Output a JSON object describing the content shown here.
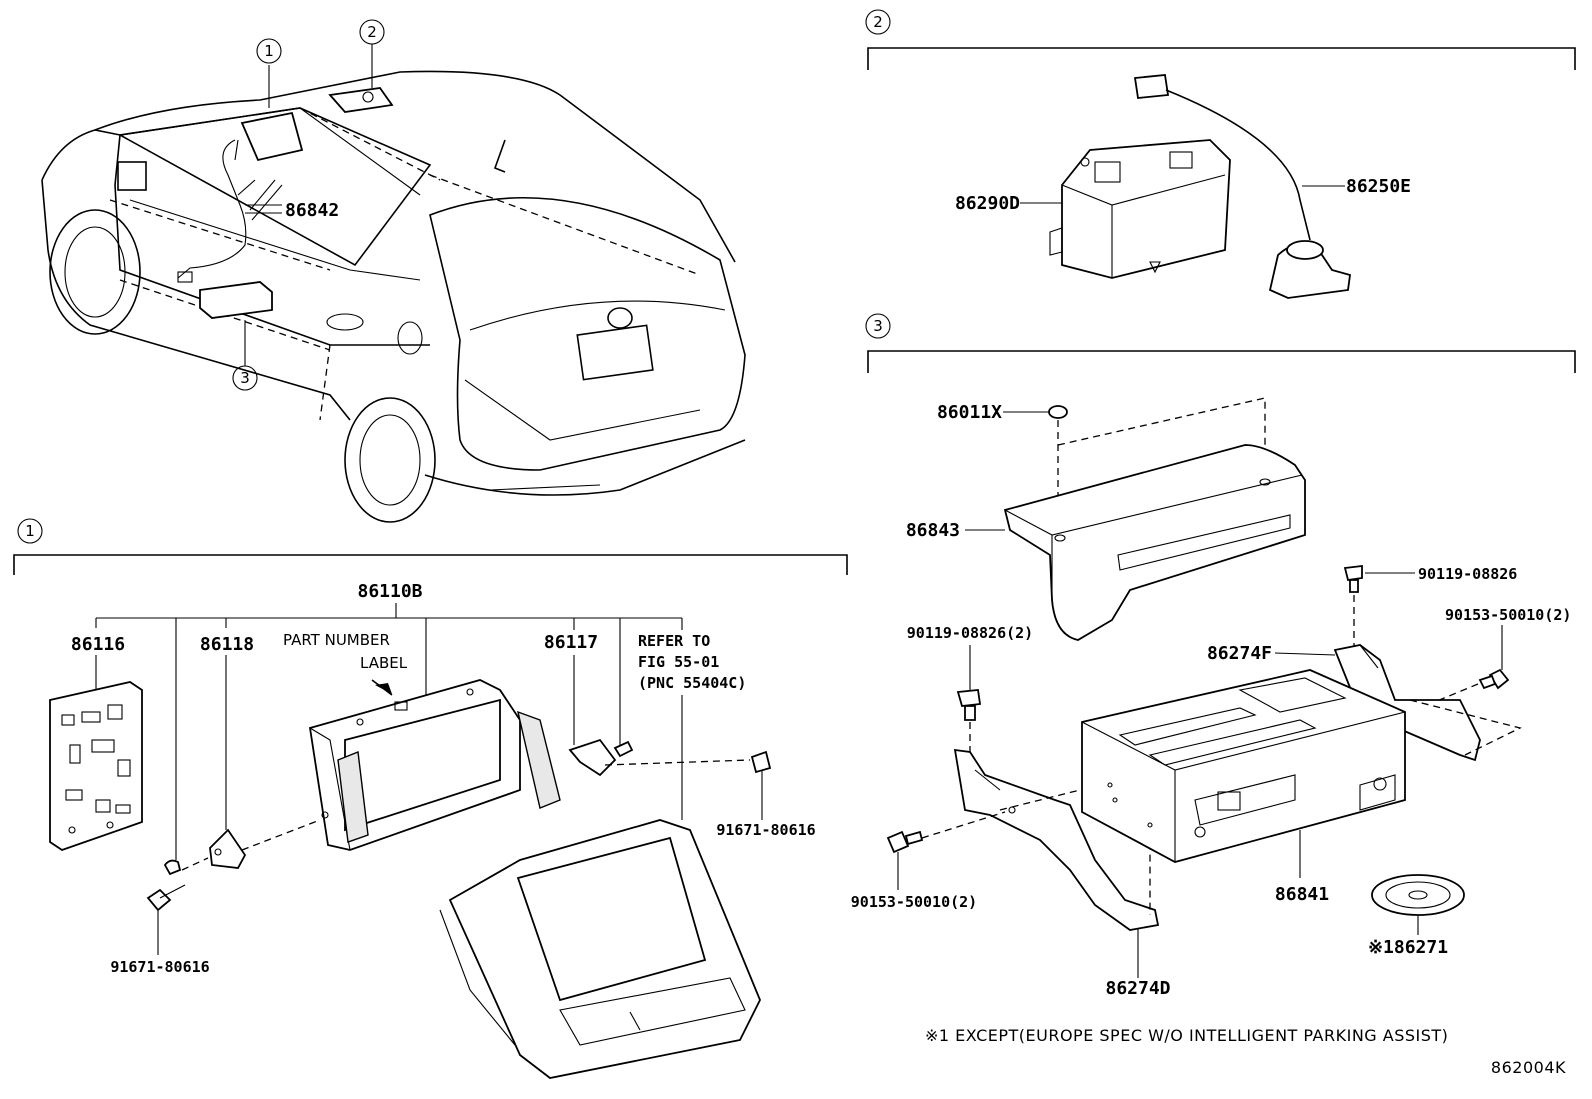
{
  "callouts": {
    "one": "1",
    "two": "2",
    "three": "3"
  },
  "overview": {
    "label_86842": "86842"
  },
  "section_one": {
    "label_86110B": "86110B",
    "label_86116": "86116",
    "label_86118": "86118",
    "label_86117": "86117",
    "part_number_label_line1": "PART NUMBER",
    "part_number_label_line2": "LABEL",
    "refer_line1": "REFER TO",
    "refer_line2": "FIG 55-01",
    "refer_line3": "(PNC 55404C)",
    "screw_right": "91671-80616",
    "screw_left": "91671-80616"
  },
  "section_two": {
    "label_86290D": "86290D",
    "label_86250E": "86250E"
  },
  "section_three": {
    "label_86011X": "86011X",
    "label_86843": "86843",
    "label_90119_top": "90119-08826",
    "label_90153_top": "90153-50010(2)",
    "label_90119_left": "90119-08826(2)",
    "label_86274F": "86274F",
    "label_90153_left": "90153-50010(2)",
    "label_86841": "86841",
    "label_86274D": "86274D",
    "label_86271": "※186271"
  },
  "footnote": "※1 EXCEPT(EUROPE SPEC W/O INTELLIGENT PARKING ASSIST)",
  "figure_code": "862004K"
}
